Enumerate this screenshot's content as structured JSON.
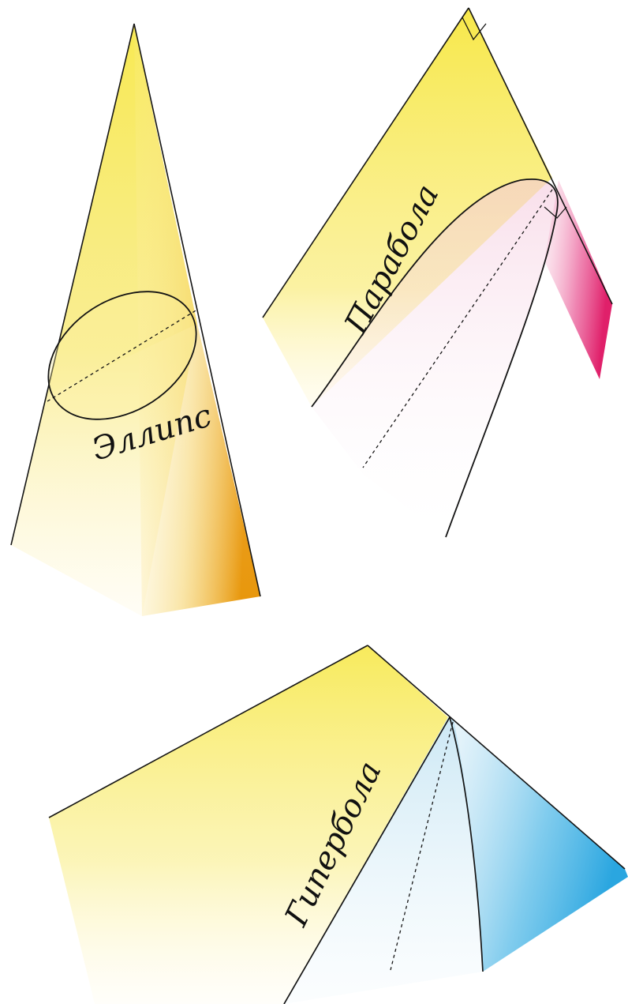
{
  "labels": {
    "ellipse": "Эллипс",
    "parabola": "Парабола",
    "hyperbola": "Гипербола"
  },
  "colors": {
    "yellow": "#f7e84a",
    "orange": "#e8960a",
    "magenta": "#e0206a",
    "pink": "#f4c8dc",
    "cyan": "#3aaee0",
    "light_blue": "#bfe2f2",
    "line": "#141414"
  }
}
